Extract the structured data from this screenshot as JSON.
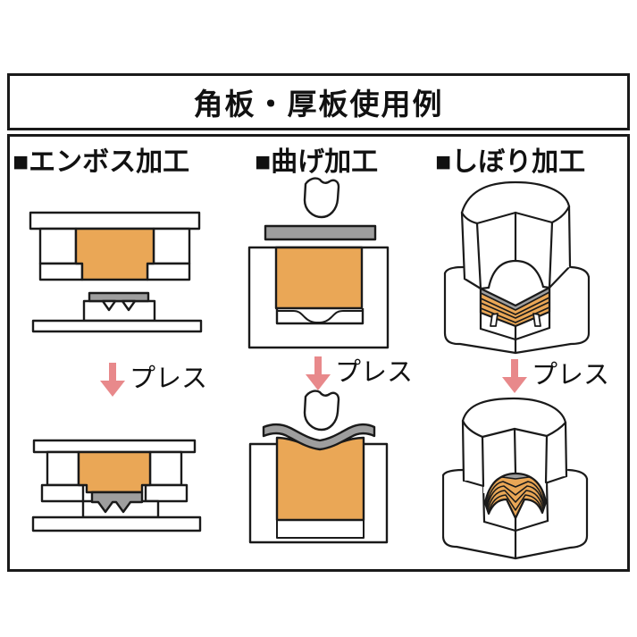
{
  "title": "角板・厚板使用例",
  "sections": [
    {
      "label": "■エンボス加工",
      "press_label": "プレス"
    },
    {
      "label": "■曲げ加工",
      "press_label": "プレス"
    },
    {
      "label": "■しぼり加工",
      "press_label": "プレス"
    }
  ],
  "icons": {
    "press_arrow": "down-arrow"
  },
  "colors": {
    "material_orange": "#eaa756",
    "metal_gray": "#9e9e9e",
    "press_arrow_pink": "#e8898b",
    "outline_black": "#1a1a1a"
  }
}
